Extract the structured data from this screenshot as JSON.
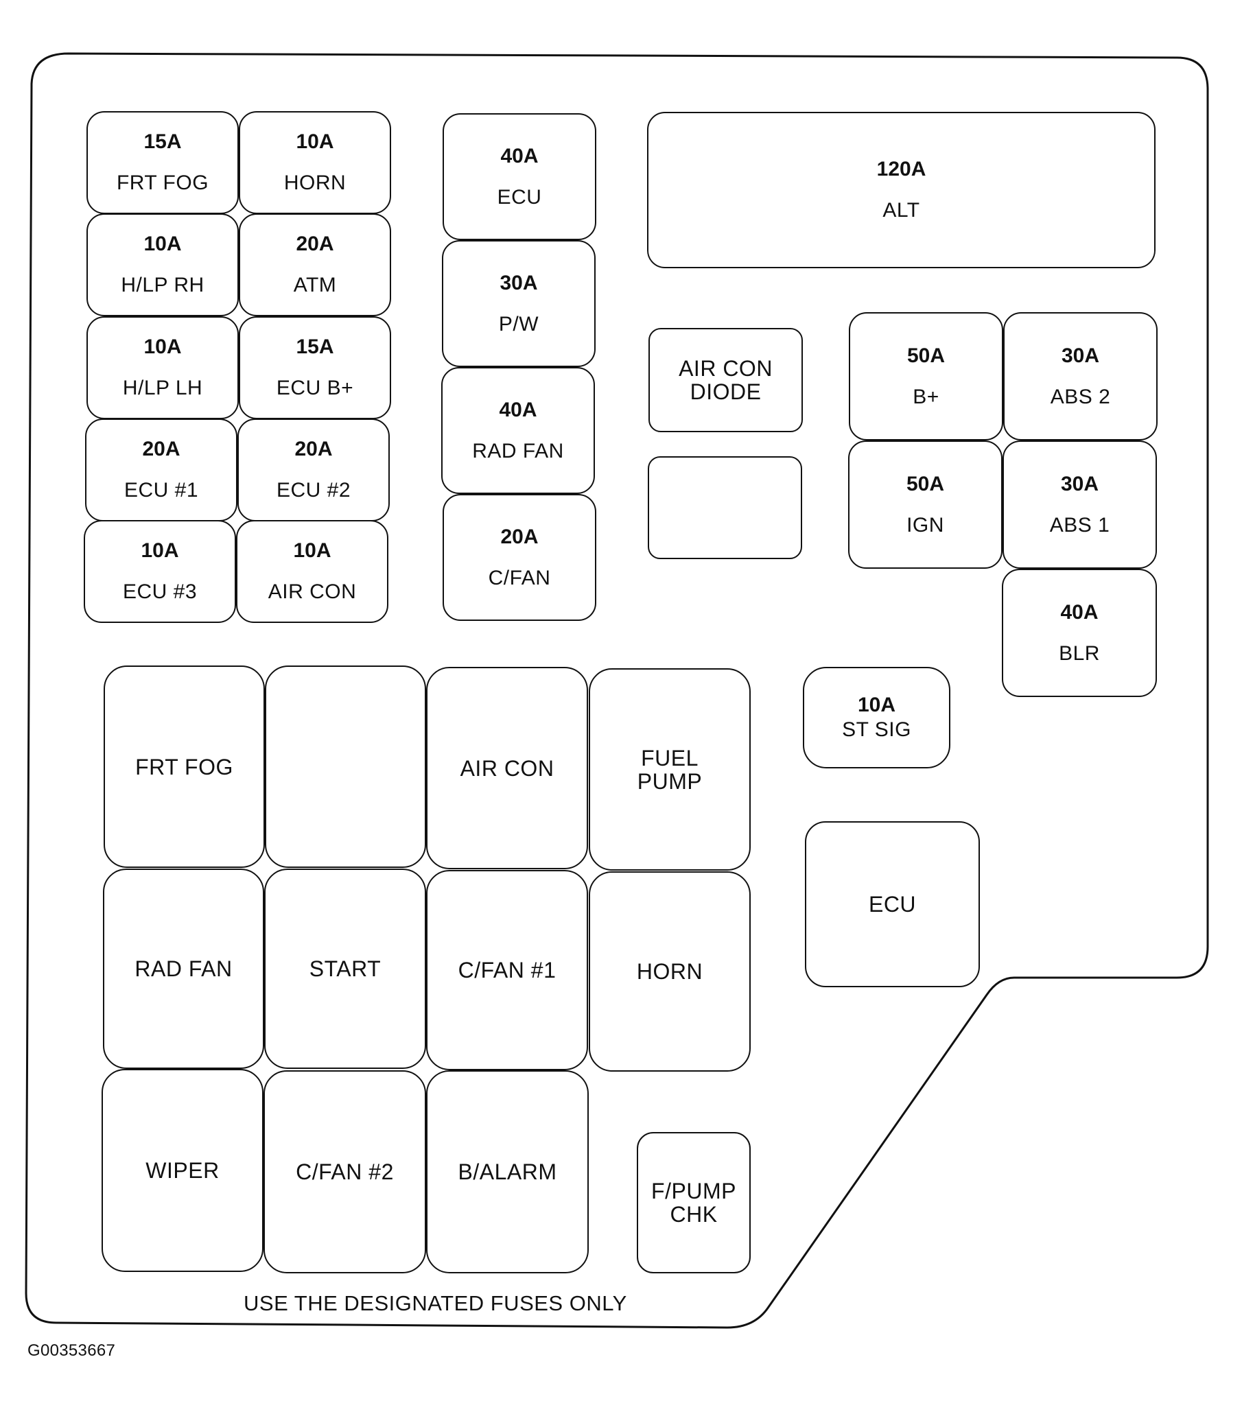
{
  "mini_fuses": [
    {
      "rating": "15A",
      "label": "FRT FOG"
    },
    {
      "rating": "10A",
      "label": "HORN"
    },
    {
      "rating": "10A",
      "label": "H/LP RH"
    },
    {
      "rating": "20A",
      "label": "ATM"
    },
    {
      "rating": "10A",
      "label": "H/LP LH"
    },
    {
      "rating": "15A",
      "label": "ECU B+"
    },
    {
      "rating": "20A",
      "label": "ECU #1"
    },
    {
      "rating": "20A",
      "label": "ECU #2"
    },
    {
      "rating": "10A",
      "label": "ECU #3"
    },
    {
      "rating": "10A",
      "label": "AIR CON"
    }
  ],
  "cartridge_fuses": [
    {
      "rating": "40A",
      "label": "ECU"
    },
    {
      "rating": "30A",
      "label": "P/W"
    },
    {
      "rating": "40A",
      "label": "RAD FAN"
    },
    {
      "rating": "20A",
      "label": "C/FAN"
    }
  ],
  "main_fuse": {
    "rating": "120A",
    "label": "ALT"
  },
  "air_con_diode": {
    "line1": "AIR CON",
    "line2": "DIODE"
  },
  "right_fuses": [
    {
      "rating": "50A",
      "label": "B+"
    },
    {
      "rating": "30A",
      "label": "ABS 2"
    },
    {
      "rating": "50A",
      "label": "IGN"
    },
    {
      "rating": "30A",
      "label": "ABS 1"
    },
    {
      "rating": "40A",
      "label": "BLR"
    }
  ],
  "st_sig": {
    "rating": "10A",
    "label": "ST SIG"
  },
  "relays": [
    {
      "label": "FRT FOG"
    },
    {
      "label": ""
    },
    {
      "label": "AIR CON"
    },
    {
      "line1": "FUEL",
      "line2": "PUMP"
    },
    {
      "label": "RAD FAN"
    },
    {
      "label": "START"
    },
    {
      "label": "C/FAN #1"
    },
    {
      "label": "HORN"
    },
    {
      "label": "WIPER"
    },
    {
      "label": "C/FAN #2"
    },
    {
      "label": "B/ALARM"
    }
  ],
  "fpump_chk": {
    "line1": "F/PUMP",
    "line2": "CHK"
  },
  "ecu_module": {
    "label": "ECU"
  },
  "footer_text": "USE THE DESIGNATED FUSES ONLY",
  "figure_id": "G00353667"
}
